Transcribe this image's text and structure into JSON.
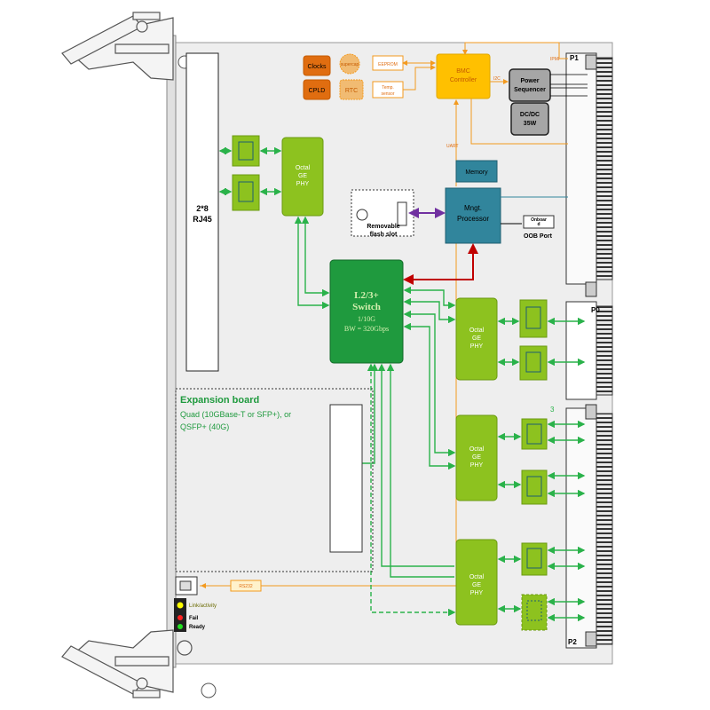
{
  "connectors": {
    "p1": "P1",
    "p0": "P0",
    "p2": "P2"
  },
  "rj45": {
    "line1": "2*8",
    "line2": "RJ45"
  },
  "top_chips": {
    "clocks": "Clocks",
    "supercap": "supercap",
    "eeprom": "EEPROM",
    "cpld": "CPLD",
    "rtc": "RTC",
    "temp_line1": "Temp.",
    "temp_line2": "sensor"
  },
  "bmc": {
    "line1": "BMC",
    "line2": "Controller"
  },
  "ipmi": "IPMI",
  "i2c": "I2C",
  "uart": "UART",
  "power_sequencer": {
    "line1": "Power",
    "line2": "Sequencer"
  },
  "dcdc": {
    "line1": "DC/DC",
    "line2": "35W"
  },
  "memory": "Memory",
  "mgmt_processor": {
    "line1": "Mngt.",
    "line2": "Processor"
  },
  "onboard": "Onboar\nd",
  "oob_port": "OOB Port",
  "flash": {
    "line1": "Removable",
    "line2": "flash slot"
  },
  "phy": {
    "line1": "Octal",
    "line2": "GE",
    "line3": "PHY"
  },
  "switch": {
    "line1": "L2/3+",
    "line2": "Switch",
    "line3": "1/10G",
    "line4": "BW = 320Gbps"
  },
  "expansion": {
    "title": "Expansion board",
    "line1": "Quad (10GBase-T or  SFP+), or",
    "line2": "QSFP+ (40G)"
  },
  "rs232": "RS232",
  "leds": {
    "link": "Link/activity",
    "fail": "Fail",
    "ready": "Ready"
  },
  "marker_3": "3",
  "colors": {
    "green_block": "#8dc21f",
    "switch_green": "#1f9a3e",
    "orange": "#f39a1f",
    "orange_dark": "#e06d10",
    "bmc_yellow": "#ffc000",
    "mgmt_blue": "#31859c",
    "line_green": "#2ab24a",
    "red": "#c00000",
    "purple": "#7030a0",
    "gray": "#a6a6a6"
  }
}
